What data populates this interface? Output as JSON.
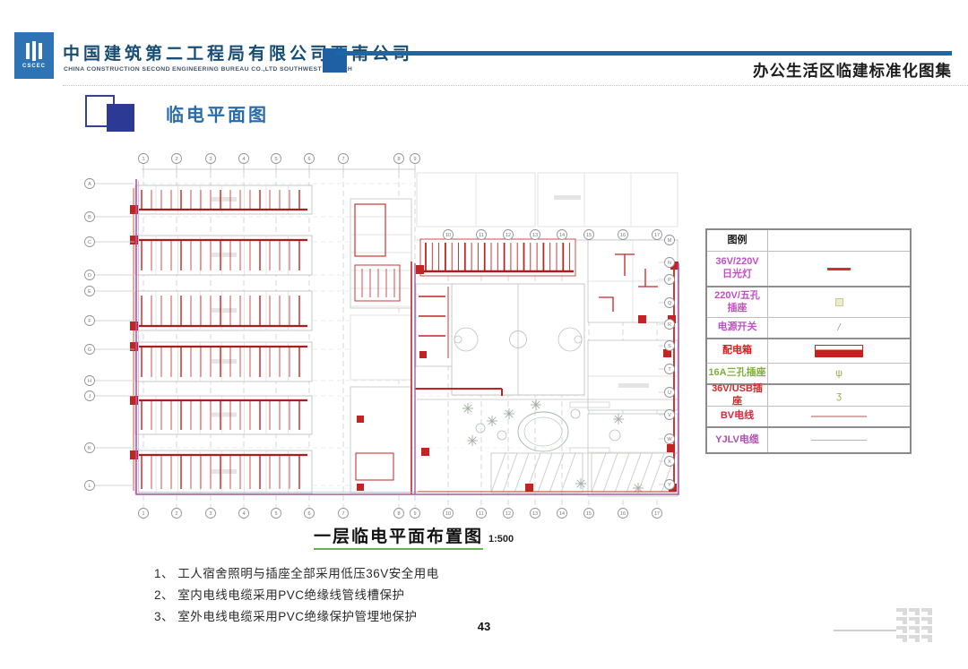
{
  "header": {
    "logo_text": "CSCEC",
    "company_cn": "中国建筑第二工程局有限公司西南公司",
    "company_en": "CHINA CONSTRUCTION SECOND ENGINEERING BUREAU CO.,LTD SOUTHWEST BRANCH",
    "doc_title": "办公生活区临建标准化图集",
    "accent_color": "#1a66a6"
  },
  "section": {
    "title": "临电平面图"
  },
  "plan": {
    "caption": "一层临电平面布置图",
    "scale": "1:500",
    "axis_top": [
      "1",
      "2",
      "3",
      "4",
      "5",
      "6",
      "7",
      "8",
      "9"
    ],
    "axis_cols_right": [
      "10",
      "11",
      "12",
      "13",
      "14",
      "15",
      "16",
      "17"
    ],
    "axis_rows_left": [
      "A",
      "B",
      "C",
      "D",
      "E",
      "F",
      "G",
      "H",
      "J",
      "K",
      "L"
    ],
    "axis_rows_right": [
      "M",
      "N",
      "P",
      "Q",
      "R",
      "S",
      "T",
      "U",
      "V",
      "W",
      "X",
      "Y"
    ],
    "colors": {
      "wiring_red": "#c22424",
      "cable_purple": "#a85aa8",
      "building_gray": "#bfc3bf"
    }
  },
  "legend": {
    "title": "图例",
    "rows": [
      {
        "label": "36V/220V\n日光灯",
        "color": "#c44ec4",
        "symbol": "red-dash"
      },
      {
        "label": "220V/五孔\n插座",
        "color": "#c44ec4",
        "symbol": "socket5"
      },
      {
        "label": "电源开关",
        "color": "#c44ec4",
        "symbol": "switch-slash",
        "glyph": "/"
      },
      {
        "label": "配电箱",
        "color": "#d81a1a",
        "symbol": "dist-box"
      },
      {
        "label": "16A三孔插座",
        "color": "#7fae3c",
        "symbol": "socket16",
        "glyph": "ψ"
      },
      {
        "label": "36V/USB插座",
        "color": "#cf2b2b",
        "symbol": "usb-socket",
        "glyph": "ʒ"
      },
      {
        "label": "BV电线",
        "color": "#cf2b40",
        "symbol": "thin-line-bv"
      },
      {
        "label": "YJLV电缆",
        "color": "#b050b0",
        "symbol": "thin-line-yjlv"
      }
    ]
  },
  "notes": [
    "1、 工人宿舍照明与插座全部采用低压36V安全用电",
    "2、 室内电线电缆采用PVC绝缘线管线槽保护",
    "3、 室外电线电缆采用PVC绝缘保护管埋地保护"
  ],
  "footer": {
    "page_number": "43"
  }
}
